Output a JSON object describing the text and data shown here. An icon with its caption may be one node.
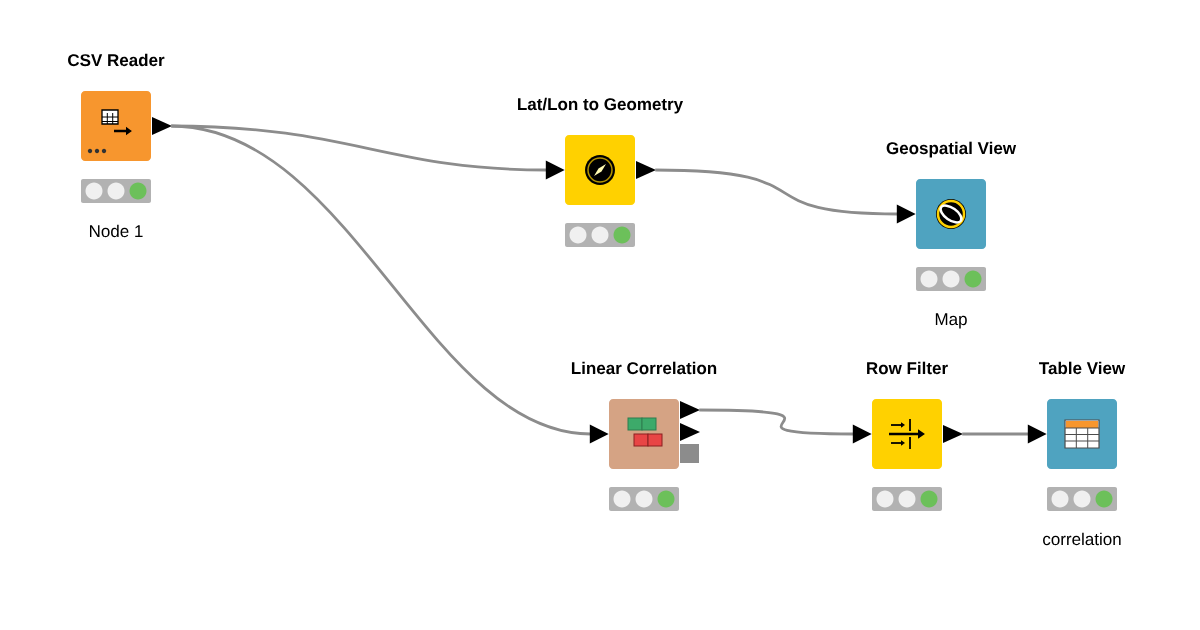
{
  "diagram": {
    "nodes": [
      {
        "text": [
          "CSV Reader"
        ],
        "beside": [
          "Node 1"
        ]
      },
      {
        "text": [
          "Lat/Lon to Geometry"
        ]
      },
      {
        "text": [
          "Geospatial View"
        ],
        "beside": [
          "Map"
        ]
      },
      {
        "text": [
          "Linear Correlation"
        ]
      },
      {
        "text": [
          "Row Filter"
        ]
      },
      {
        "text": [
          "Table View"
        ],
        "beside": [
          "correlation"
        ]
      }
    ],
    "edges": [
      {
        "from": 0,
        "to": 1,
        "arrow": "to"
      },
      {
        "from": 0,
        "to": 3,
        "arrow": "to"
      },
      {
        "from": 1,
        "to": 2,
        "arrow": "to"
      },
      {
        "from": 3,
        "to": 4,
        "arrow": "to"
      },
      {
        "from": 4,
        "to": 5,
        "arrow": "to"
      }
    ]
  }
}
